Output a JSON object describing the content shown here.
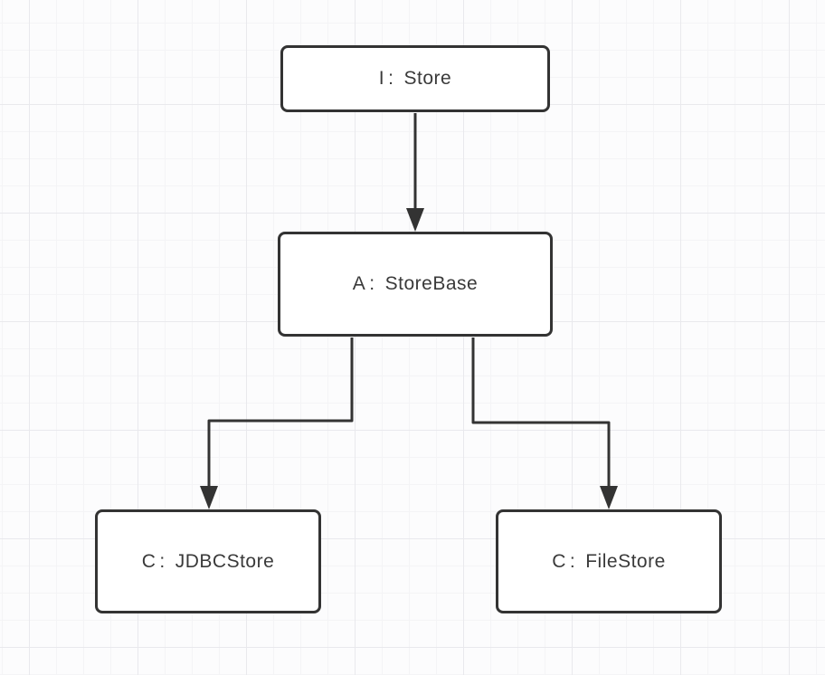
{
  "diagram": {
    "colon": ":",
    "nodes": [
      {
        "id": "store",
        "prefix": "I",
        "name": "Store"
      },
      {
        "id": "storebase",
        "prefix": "A",
        "name": "StoreBase"
      },
      {
        "id": "jdbcstore",
        "prefix": "C",
        "name": "JDBCStore"
      },
      {
        "id": "filestore",
        "prefix": "C",
        "name": "FileStore"
      }
    ],
    "edges": [
      {
        "from": "store",
        "to": "storebase"
      },
      {
        "from": "storebase",
        "to": "jdbcstore"
      },
      {
        "from": "storebase",
        "to": "filestore"
      }
    ],
    "colors": {
      "stroke": "#333333",
      "node_fill": "#ffffff",
      "text": "#3a3a3a",
      "canvas": "#fcfcfd",
      "grid_minor": "#f4f4f6",
      "grid_major": "#e9e9ed"
    }
  }
}
